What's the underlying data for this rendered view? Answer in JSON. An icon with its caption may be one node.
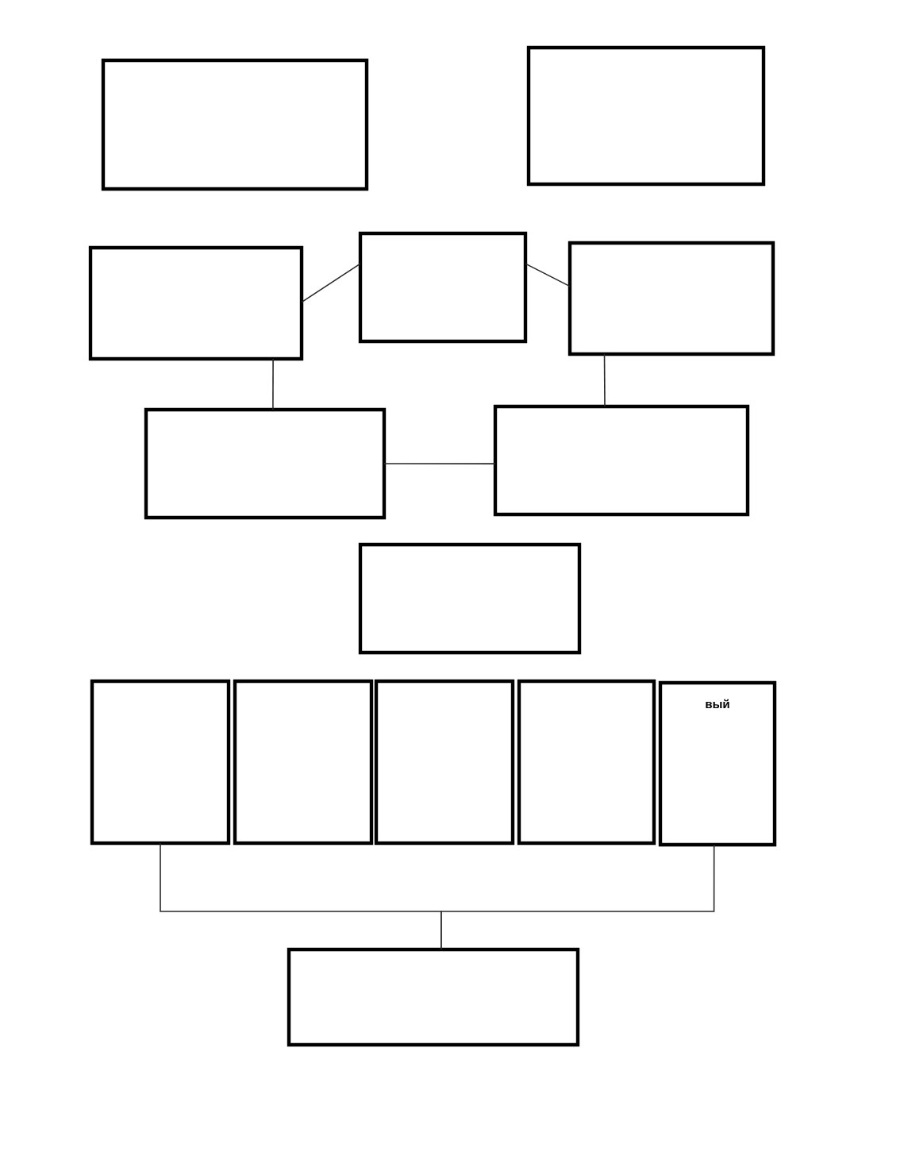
{
  "diagram": {
    "nodes": [
      {
        "text": [],
        "shape": "box"
      },
      {
        "text": [],
        "shape": "box"
      },
      {
        "text": [],
        "shape": "box"
      },
      {
        "text": [],
        "shape": "box"
      },
      {
        "text": [],
        "shape": "box"
      },
      {
        "text": [],
        "shape": "box"
      },
      {
        "text": [],
        "shape": "box"
      },
      {
        "text": [],
        "shape": "box"
      },
      {
        "text": [],
        "shape": "box"
      },
      {
        "text": [],
        "shape": "box"
      },
      {
        "text": [],
        "shape": "box"
      },
      {
        "text": [],
        "shape": "box"
      },
      {
        "text": [
          "вый"
        ]
      },
      {
        "text": [],
        "shape": "box"
      }
    ],
    "edges": [
      {
        "from": 2,
        "to": 3,
        "arrow": "none"
      },
      {
        "from": 3,
        "to": 4,
        "arrow": "none"
      },
      {
        "from": 2,
        "to": 5,
        "arrow": "none"
      },
      {
        "from": 4,
        "to": 6,
        "arrow": "none"
      },
      {
        "from": 5,
        "to": 6,
        "arrow": "none"
      },
      {
        "from": 8,
        "to": 13,
        "arrow": "none"
      },
      {
        "from": 12,
        "to": 13,
        "arrow": "none"
      }
    ]
  }
}
